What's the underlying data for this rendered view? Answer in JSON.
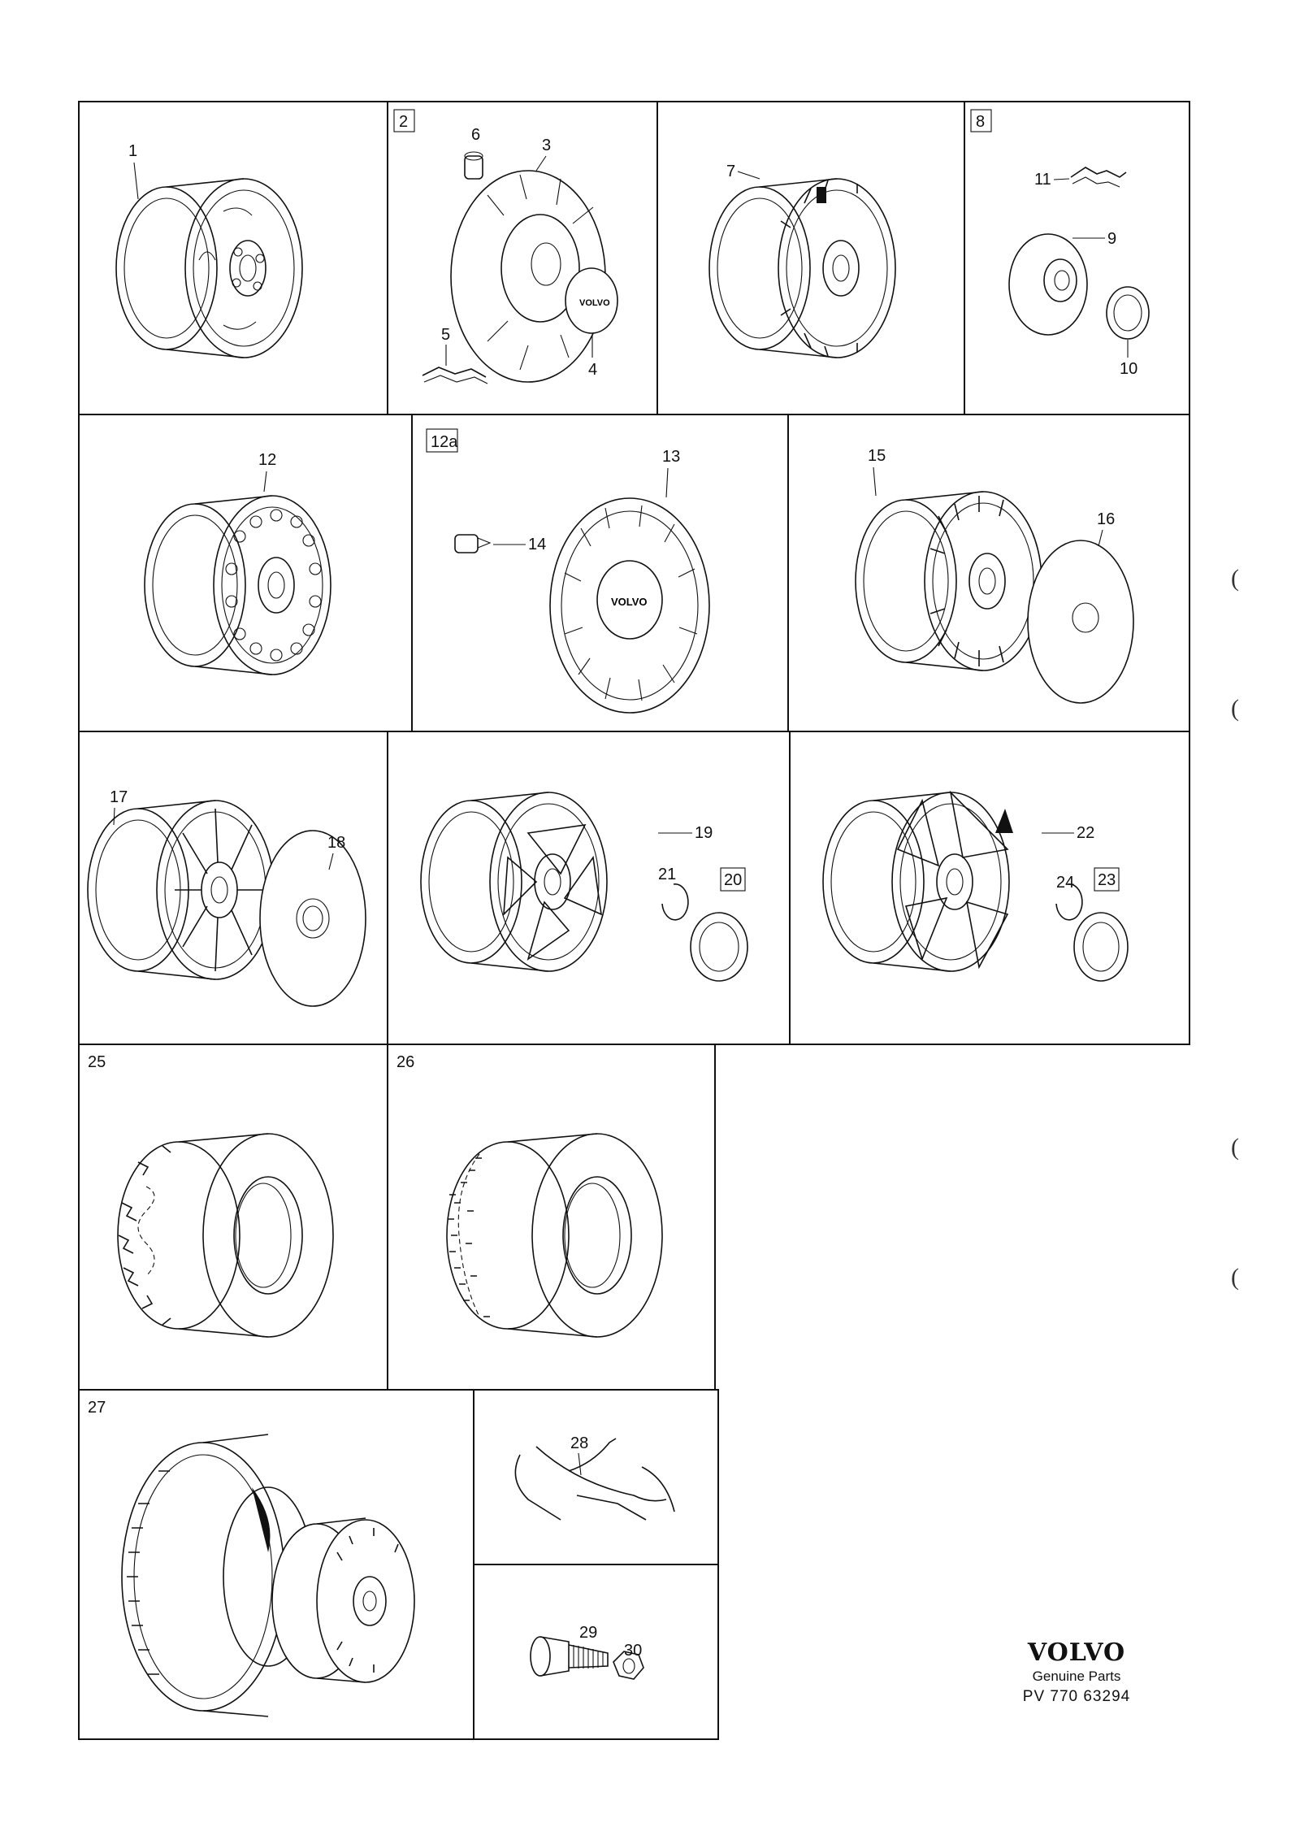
{
  "brand": {
    "logo": "VOLVO",
    "subtitle": "Genuine Parts",
    "doc_number": "PV  770 63294"
  },
  "panel_labels": {
    "p2": "2",
    "p8": "8",
    "p12a": "12a",
    "p20": "20",
    "p23": "23",
    "p25": "25",
    "p26": "26",
    "p27": "27"
  },
  "callouts": {
    "c1": "1",
    "c3": "3",
    "c4": "4",
    "c5": "5",
    "c6": "6",
    "c7": "7",
    "c9": "9",
    "c10": "10",
    "c11": "11",
    "c12": "12",
    "c13": "13",
    "c14": "14",
    "c15": "15",
    "c16": "16",
    "c17": "17",
    "c18": "18",
    "c19": "19",
    "c21": "21",
    "c22": "22",
    "c24": "24",
    "c28": "28",
    "c29": "29",
    "c30": "30"
  },
  "hub_text": {
    "volvo": "VOLVO"
  },
  "margin_marks": [
    "(",
    "(",
    "(",
    "("
  ]
}
